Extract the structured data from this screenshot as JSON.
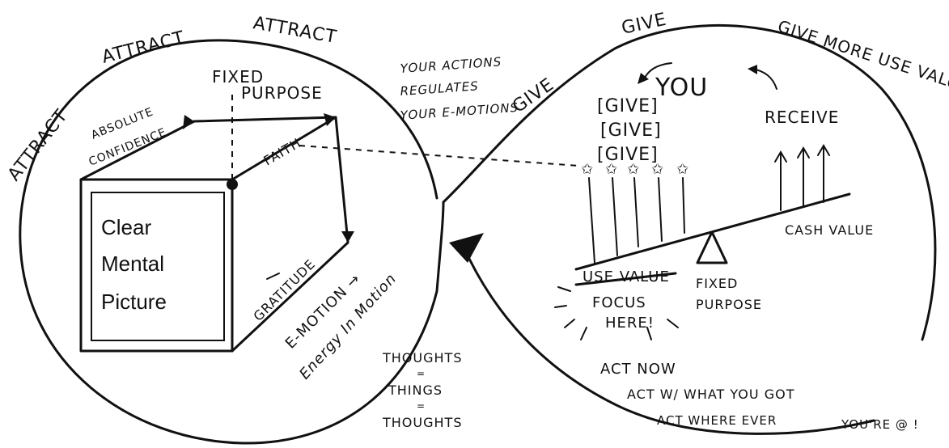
{
  "left_loop": {
    "attract_labels": [
      "ATTRACT",
      "ATTRACT",
      "ATTRACT"
    ],
    "actions_note": [
      "YOUR ACTIONS",
      "REGULATES",
      "YOUR E-MOTIONS"
    ],
    "give_label": "GIVE",
    "fixed_purpose": [
      "FIXED",
      "PURPOSE"
    ],
    "absolute_confidence": [
      "ABSOLUTE",
      "CONFIDENCE"
    ],
    "faith": "FAITH",
    "gratitude": "GRATITUDE",
    "box_text": [
      "Clear",
      "Mental",
      "Picture"
    ],
    "emotion": "E-MOTION →",
    "energy": "Energy In Motion"
  },
  "center": {
    "thoughts": [
      "THOUGHTS",
      "=",
      "THINGS",
      "=",
      "THOUGHTS"
    ]
  },
  "right_loop": {
    "top_give": "GIVE",
    "give_more": "GIVE MORE USE VALUE NOW!",
    "you": "YOU",
    "give_stack": [
      "[GIVE]",
      "[GIVE]",
      "[GIVE]"
    ],
    "receive": "RECEIVE",
    "cash_value": "CASH VALUE",
    "use_value": "USE VALUE",
    "focus_here": [
      "FOCUS",
      "HERE!"
    ],
    "fixed_purpose": [
      "FIXED",
      "PURPOSE"
    ],
    "act_lines": [
      "ACT NOW",
      "ACT W/ WHAT YOU GOT",
      "ACT WHERE EVER",
      "YOU'RE @ !"
    ]
  }
}
